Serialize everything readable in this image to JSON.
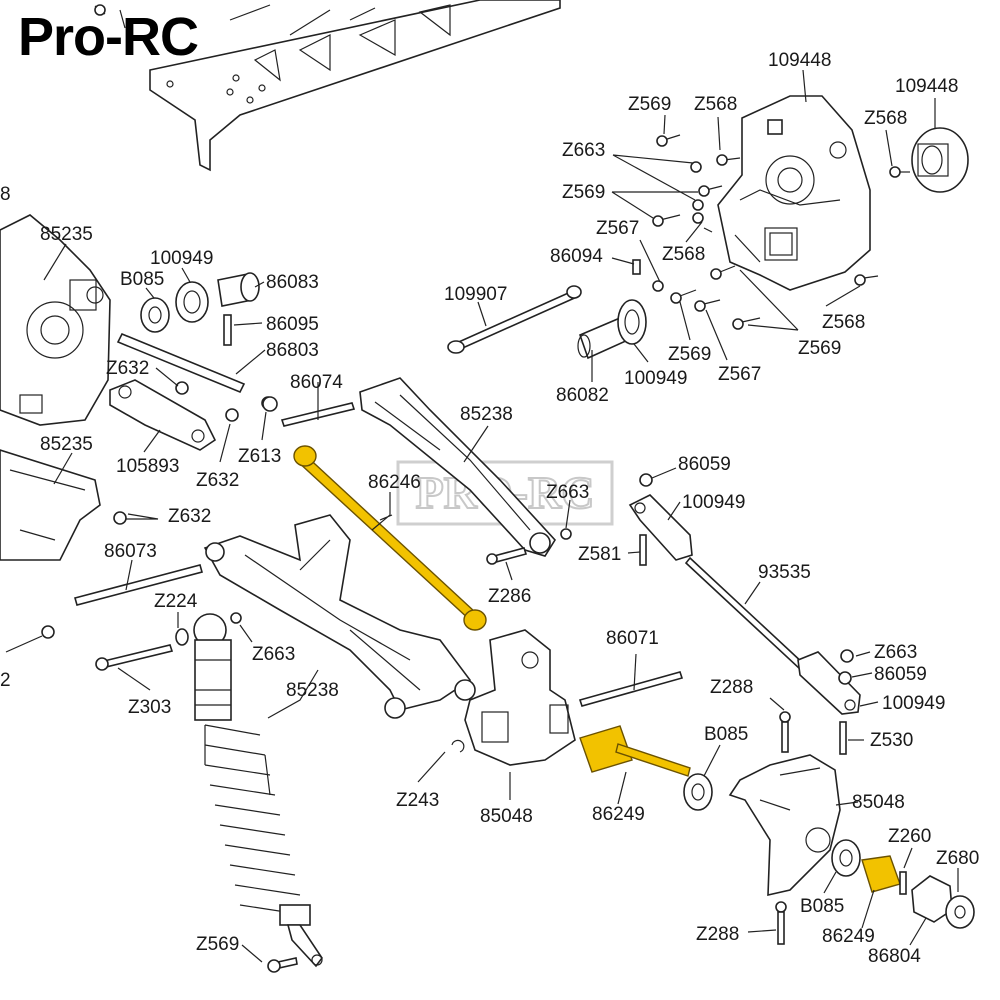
{
  "brand": {
    "title": "Pro-RC",
    "watermark": "PRO-RC"
  },
  "colors": {
    "highlight": "#f2c200",
    "line": "#222222",
    "background": "#ffffff"
  },
  "parts": [
    {
      "id": "109448a",
      "number": "109448"
    },
    {
      "id": "109448b",
      "number": "109448"
    },
    {
      "id": "z569a",
      "number": "Z569"
    },
    {
      "id": "z568a",
      "number": "Z568"
    },
    {
      "id": "z568b",
      "number": "Z568"
    },
    {
      "id": "z663a",
      "number": "Z663"
    },
    {
      "id": "z569b",
      "number": "Z569"
    },
    {
      "id": "z567a",
      "number": "Z567"
    },
    {
      "id": "z568c",
      "number": "Z568"
    },
    {
      "id": "86094",
      "number": "86094"
    },
    {
      "id": "z568d",
      "number": "Z568"
    },
    {
      "id": "z569c",
      "number": "Z569"
    },
    {
      "id": "109907",
      "number": "109907"
    },
    {
      "id": "z569d",
      "number": "Z569"
    },
    {
      "id": "z567b",
      "number": "Z567"
    },
    {
      "id": "86082",
      "number": "86082"
    },
    {
      "id": "100949a",
      "number": "100949"
    },
    {
      "id": "85235a",
      "number": "85235"
    },
    {
      "id": "100949b",
      "number": "100949"
    },
    {
      "id": "b085a",
      "number": "B085"
    },
    {
      "id": "86083",
      "number": "86083"
    },
    {
      "id": "86095",
      "number": "86095"
    },
    {
      "id": "86803",
      "number": "86803"
    },
    {
      "id": "z632a",
      "number": "Z632"
    },
    {
      "id": "86074",
      "number": "86074"
    },
    {
      "id": "85238a",
      "number": "85238"
    },
    {
      "id": "85235b",
      "number": "85235"
    },
    {
      "id": "z613",
      "number": "Z613"
    },
    {
      "id": "105893",
      "number": "105893"
    },
    {
      "id": "z632b",
      "number": "Z632"
    },
    {
      "id": "86246",
      "number": "86246"
    },
    {
      "id": "z663b",
      "number": "Z663"
    },
    {
      "id": "86059a",
      "number": "86059"
    },
    {
      "id": "100949c",
      "number": "100949"
    },
    {
      "id": "z632c",
      "number": "Z632"
    },
    {
      "id": "z581",
      "number": "Z581"
    },
    {
      "id": "86073",
      "number": "86073"
    },
    {
      "id": "93535",
      "number": "93535"
    },
    {
      "id": "z286",
      "number": "Z286"
    },
    {
      "id": "z224",
      "number": "Z224"
    },
    {
      "id": "z663c",
      "number": "Z663"
    },
    {
      "id": "86071",
      "number": "86071"
    },
    {
      "id": "z663d",
      "number": "Z663"
    },
    {
      "id": "86059b",
      "number": "86059"
    },
    {
      "id": "z288a",
      "number": "Z288"
    },
    {
      "id": "100949d",
      "number": "100949"
    },
    {
      "id": "85238b",
      "number": "85238"
    },
    {
      "id": "z303",
      "number": "Z303"
    },
    {
      "id": "b085b",
      "number": "B085"
    },
    {
      "id": "z530",
      "number": "Z530"
    },
    {
      "id": "z243",
      "number": "Z243"
    },
    {
      "id": "85048a",
      "number": "85048"
    },
    {
      "id": "85048b",
      "number": "85048"
    },
    {
      "id": "86249a",
      "number": "86249"
    },
    {
      "id": "z260",
      "number": "Z260"
    },
    {
      "id": "z680",
      "number": "Z680"
    },
    {
      "id": "b085c",
      "number": "B085"
    },
    {
      "id": "z569e",
      "number": "Z569"
    },
    {
      "id": "z288b",
      "number": "Z288"
    },
    {
      "id": "86249b",
      "number": "86249"
    },
    {
      "id": "86804",
      "number": "86804"
    },
    {
      "id": "edge2",
      "number": "2"
    },
    {
      "id": "edge8",
      "number": "8"
    }
  ]
}
